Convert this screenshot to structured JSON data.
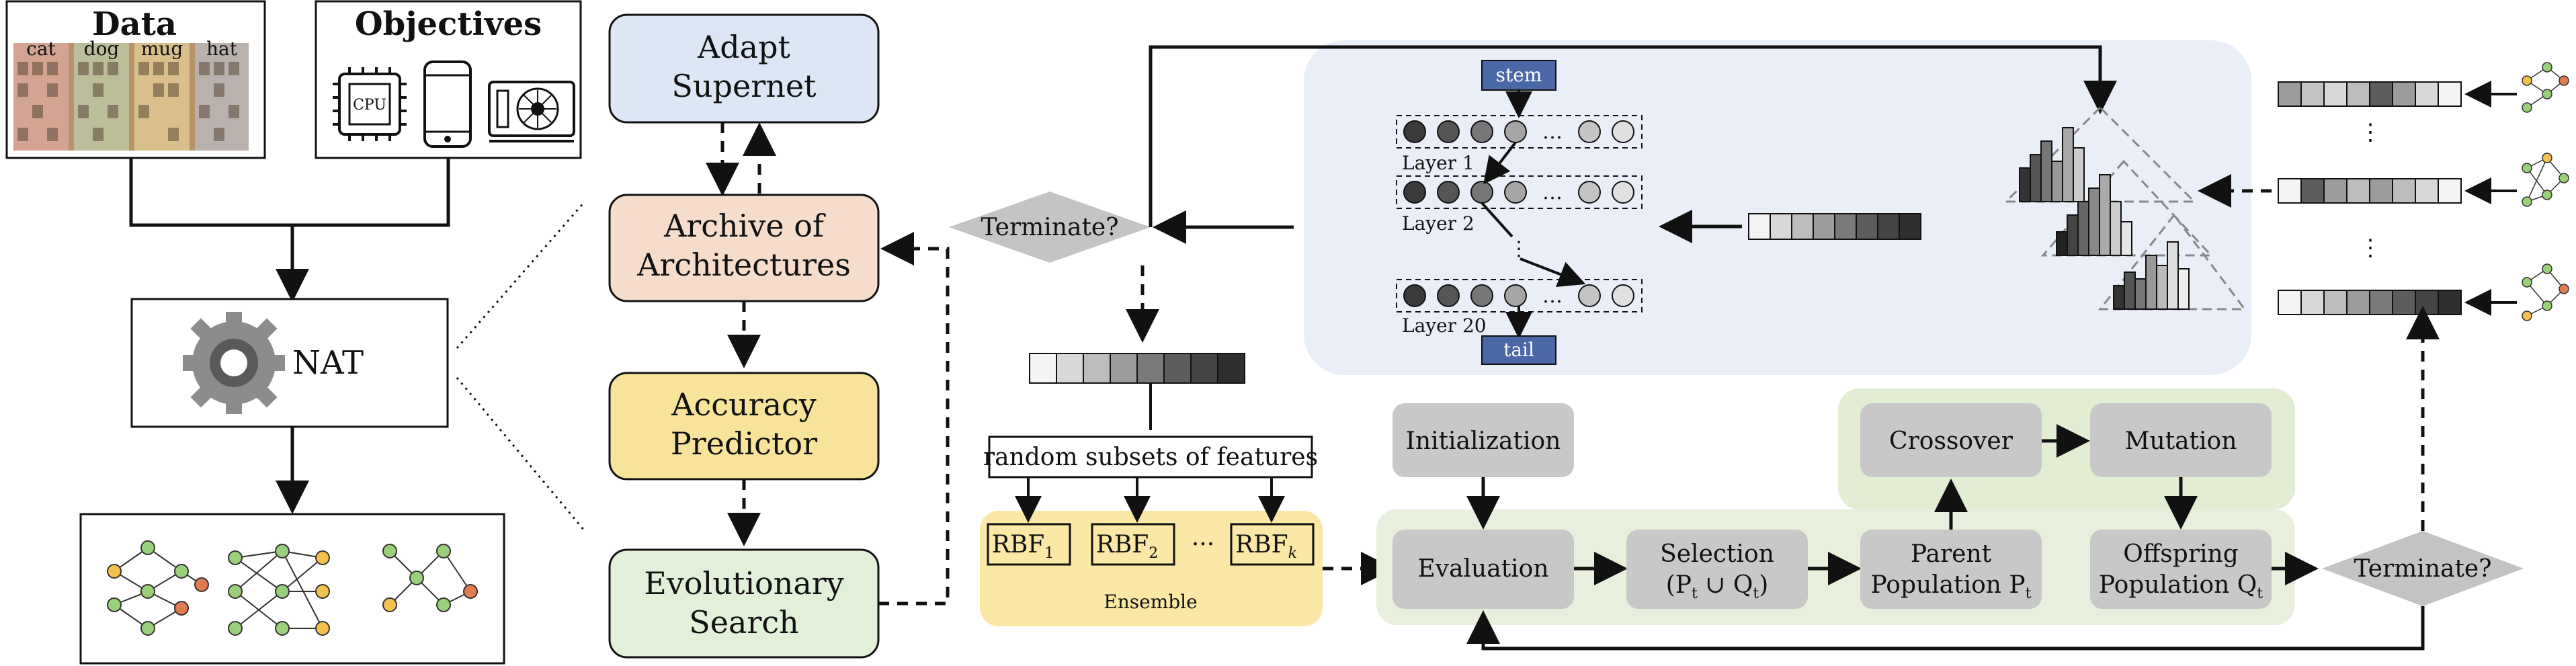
{
  "inputs": {
    "data_title": "Data",
    "objectives_title": "Objectives",
    "cpu_label": "CPU",
    "thumb_labels": [
      "cat",
      "dog",
      "mug",
      "hat"
    ]
  },
  "nat_label": "NAT",
  "pipeline": {
    "adapt": [
      "Adapt",
      "Supernet"
    ],
    "archive": [
      "Archive of",
      "Architectures"
    ],
    "predictor": [
      "Accuracy",
      "Predictor"
    ],
    "search": [
      "Evolutionary",
      "Search"
    ]
  },
  "terminate_top": "Terminate?",
  "terminate_bottom": "Terminate?",
  "supernet": {
    "stem": "stem",
    "tail": "tail",
    "layers": [
      "Layer 1",
      "Layer 2",
      "Layer 20"
    ]
  },
  "ensemble": {
    "subsets": "random subsets of features",
    "rbf1": "RBF",
    "rbf1_sub": "1",
    "rbf2": "RBF",
    "rbf2_sub": "2",
    "rbfk": "RBF",
    "rbfk_sub": "k",
    "ellipsis": "···",
    "label": "Ensemble"
  },
  "evo": {
    "initialization": "Initialization",
    "evaluation": "Evaluation",
    "selection": [
      "Selection",
      "(P",
      "t",
      " ∪ Q",
      "t",
      ")"
    ],
    "parent": [
      "Parent",
      "Population P",
      "t"
    ],
    "crossover": "Crossover",
    "mutation": "Mutation",
    "offspring": [
      "Offspring",
      "Population Q",
      "t"
    ]
  },
  "colors": {
    "adapt": "#dde6f5",
    "archive": "#f6dccb",
    "predictor": "#f8e39a",
    "search": "#e2efd9",
    "supernet_bg": "#e9eef7",
    "ensemble_bg": "#fbe7a6",
    "evo_bg": "#e8efdc",
    "grey_box": "#c8c8c8",
    "diamond": "#c4c4c4",
    "stem": "#4a67a6"
  }
}
